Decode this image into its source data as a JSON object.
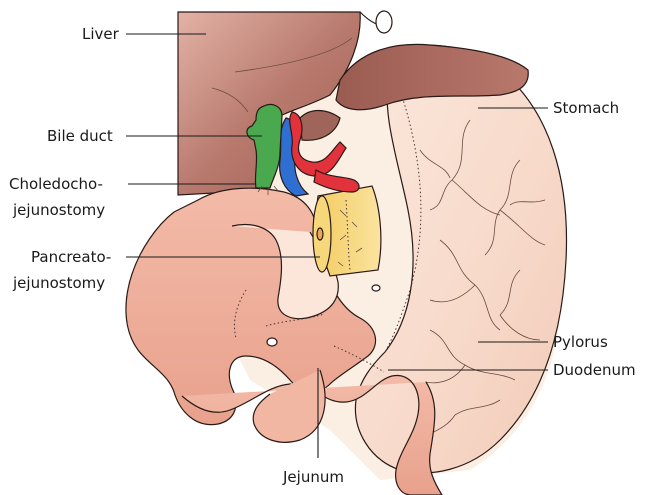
{
  "labels": {
    "liver": "Liver",
    "stomach": "Stomach",
    "bile_duct": "Bile duct",
    "choledocho_line1": "Choledocho-",
    "choledocho_line2": "jejunostomy",
    "pancreato_line1": "Pancreato-",
    "pancreato_line2": "jejunostomy",
    "pylorus": "Pylorus",
    "duodenum": "Duodenum",
    "jejunum": "Jejunum"
  },
  "colors": {
    "liver": "#b06f64",
    "liver_light": "#d9a79b",
    "stomach": "#f7dccd",
    "stomach_inner": "#f9e6da",
    "bowel": "#f0b3a0",
    "bowel_dark": "#e39c88",
    "bile_duct": "#4aa84e",
    "portal_vein": "#2f6fd1",
    "artery": "#e2323c",
    "pancreas": "#f6d77a",
    "background_tissue": "#fbeee3"
  }
}
